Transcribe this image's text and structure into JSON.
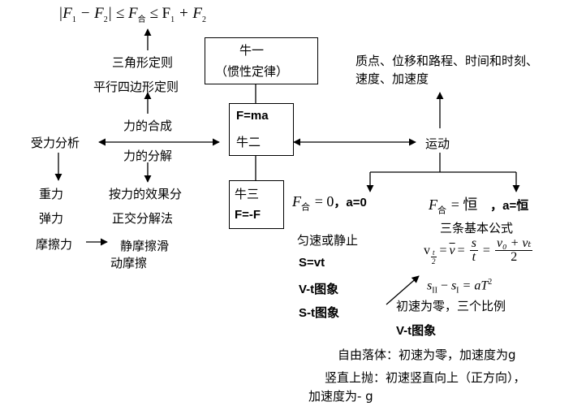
{
  "top_formula": {
    "abs_left": "|",
    "f1": "F",
    "f1_sub": "1",
    "minus": "−",
    "f2": "F",
    "f2_sub": "2",
    "abs_right": "|",
    "leq1": "≤",
    "fhe": "F",
    "fhe_sub": "合",
    "leq2": "≤",
    "rf1": "F",
    "rf1_sub": "1",
    "plus": "+",
    "rf2": "F",
    "rf2_sub": "2"
  },
  "left_upper": {
    "triangle_rule": "三角形定则",
    "parallelogram_rule": "平行四边形定则",
    "composition": "力的合成",
    "decomposition": "力的分解"
  },
  "force_analysis": "受力分析",
  "forces": {
    "gravity": "重力",
    "elastic": "弹力",
    "friction": "摩擦力",
    "friction_types_line1": "静摩擦滑",
    "friction_types_line2": "动摩擦"
  },
  "decomposition_methods": {
    "by_effect": "按力的效果分",
    "orthogonal": "正交分解法"
  },
  "newton1": {
    "title": "牛一",
    "subtitle": "（惯性定律）"
  },
  "newton2": {
    "formula": "F=ma",
    "title": "牛二"
  },
  "newton3": {
    "title": "牛三",
    "formula": "F=-F"
  },
  "kinematics_concepts": {
    "line1": "质点、位移和路程、时间和时刻、",
    "line2": "速度、加速度"
  },
  "motion": "运动",
  "zero_force": {
    "f": "F",
    "f_sub": "合",
    "eq": "= 0",
    "accel": "，a=0",
    "state": "匀速或静止",
    "s_eq": "S=vt",
    "vt_graph": "V-t图象",
    "st_graph": "S-t图象"
  },
  "const_force": {
    "f": "F",
    "f_sub": "合",
    "eq": "= 恒",
    "accel": "，a=恒",
    "basic_formulas": "三条基本公式",
    "v_formula": {
      "v": "v",
      "v_sub_num": "t",
      "v_sub_den": "2",
      "eq1": "=",
      "vbar": "v",
      "eq2": "=",
      "s": "s",
      "t": "t",
      "eq3": "=",
      "num": "v₀ + vₜ",
      "den": "2"
    },
    "s_formula": {
      "s2": "s",
      "s2_sub": "II",
      "minus": "−",
      "s1": "s",
      "s1_sub": "I",
      "eq": "= aT",
      "exp": "2"
    },
    "zero_initial": "初速为零，三个比例",
    "vt_graph": "V-t图象"
  },
  "free_fall": "自由落体：初速为零，加速度为g",
  "vertical_throw_line1": "竖直上抛：初速竖直向上（正方向），",
  "vertical_throw_line2": "加速度为- g"
}
